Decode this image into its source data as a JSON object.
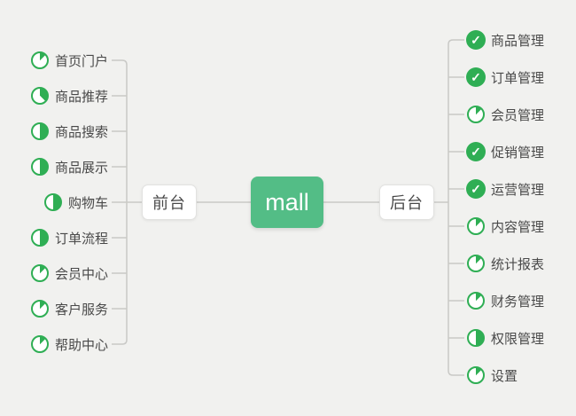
{
  "colors": {
    "bg": "#f1f1ef",
    "icon_green": "#2fae54",
    "node_green": "#53bd86",
    "line": "#c9c9c6",
    "text": "#494949",
    "node_border": "#e2e2e0"
  },
  "center_node": {
    "label": "mall"
  },
  "front_branch": {
    "label": "前台",
    "items": [
      {
        "label": "首页门户",
        "progress": 12.5
      },
      {
        "label": "商品推荐",
        "progress": 37.5
      },
      {
        "label": "商品搜索",
        "progress": 50
      },
      {
        "label": "商品展示",
        "progress": 50
      },
      {
        "label": "购物车",
        "progress": 50
      },
      {
        "label": "订单流程",
        "progress": 50
      },
      {
        "label": "会员中心",
        "progress": 12.5
      },
      {
        "label": "客户服务",
        "progress": 12.5
      },
      {
        "label": "帮助中心",
        "progress": 12.5
      }
    ]
  },
  "back_branch": {
    "label": "后台",
    "items": [
      {
        "label": "商品管理",
        "progress": 100
      },
      {
        "label": "订单管理",
        "progress": 100
      },
      {
        "label": "会员管理",
        "progress": 12.5
      },
      {
        "label": "促销管理",
        "progress": 100
      },
      {
        "label": "运营管理",
        "progress": 100
      },
      {
        "label": "内容管理",
        "progress": 12.5
      },
      {
        "label": "统计报表",
        "progress": 12.5
      },
      {
        "label": "财务管理",
        "progress": 12.5
      },
      {
        "label": "权限管理",
        "progress": 50
      },
      {
        "label": "设置",
        "progress": 12.5
      }
    ]
  },
  "icons": {
    "check_glyph": "✓"
  }
}
